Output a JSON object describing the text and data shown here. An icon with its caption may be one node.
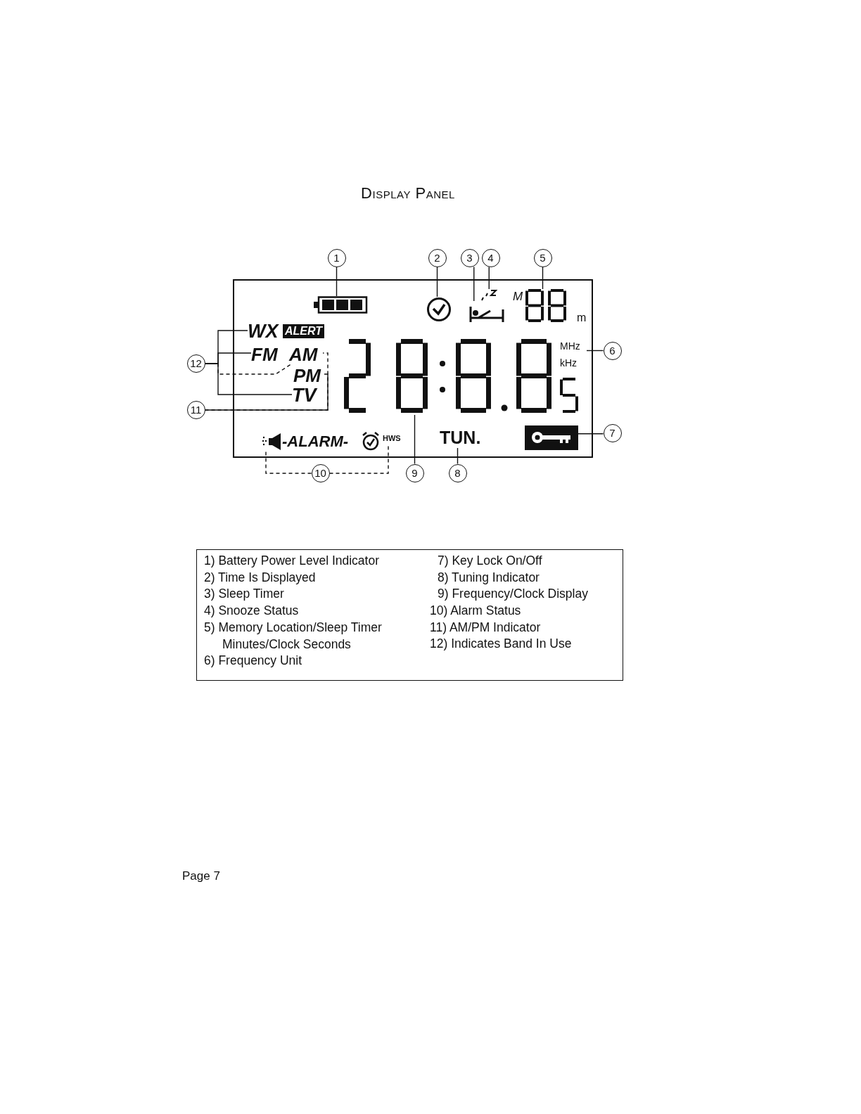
{
  "diagram": {
    "title": "Display Panel",
    "nodes": [
      {
        "text": [],
        "shape": "box"
      },
      {
        "text": [
          "1"
        ]
      },
      {
        "text": [
          "2"
        ]
      },
      {
        "text": [
          "3"
        ]
      },
      {
        "text": [
          "4"
        ]
      },
      {
        "text": [
          "5"
        ]
      },
      {
        "text": [],
        "shape": "battery",
        "in": 0
      },
      {
        "text": [],
        "shape": "clock",
        "in": 0
      },
      {
        "text": [],
        "shape": "bed",
        "in": 0
      },
      {
        "text": [],
        "shape": "snooze",
        "in": 0
      },
      {
        "text": [
          "M",
          "m"
        ],
        "in": 0
      },
      {
        "text": [
          "WX",
          "ALERT"
        ],
        "in": 0
      },
      {
        "text": [
          "FM"
        ],
        "in": 0
      },
      {
        "text": [
          "AM"
        ],
        "in": 0
      },
      {
        "text": [
          "PM"
        ],
        "in": 0
      },
      {
        "text": [
          "TV"
        ],
        "in": 0
      },
      {
        "text": [],
        "shape": "display",
        "in": 0
      },
      {
        "text": [
          "MHz",
          "kHz"
        ],
        "in": 0
      },
      {
        "text": [
          "6"
        ]
      },
      {
        "text": [
          "12"
        ]
      },
      {
        "text": [
          "11"
        ]
      },
      {
        "text": [],
        "shape": "speaker",
        "in": 0
      },
      {
        "text": [
          "HWS"
        ],
        "in": 0
      },
      {
        "text": [
          "TUN."
        ],
        "in": 0
      },
      {
        "text": [],
        "shape": "key",
        "in": 0
      },
      {
        "text": [
          "7"
        ]
      },
      {
        "text": [
          "10"
        ]
      },
      {
        "text": [
          "9"
        ]
      },
      {
        "text": [
          "8"
        ]
      }
    ],
    "edges": [
      {
        "from": 1,
        "to": 6,
        "arrow": "none"
      },
      {
        "from": 2,
        "to": 7,
        "arrow": "none"
      },
      {
        "from": 3,
        "to": 8,
        "arrow": "none"
      },
      {
        "from": 4,
        "to": 9,
        "arrow": "none"
      },
      {
        "from": 5,
        "to": 10,
        "arrow": "none"
      },
      {
        "from": 18,
        "to": 17,
        "arrow": "none"
      },
      {
        "from": 19,
        "to": 11,
        "arrow": "none"
      },
      {
        "from": 19,
        "to": 12,
        "arrow": "none"
      },
      {
        "from": 19,
        "to": 13,
        "arrow": "none",
        "style": "dashed"
      },
      {
        "from": 19,
        "to": 15,
        "arrow": "none"
      },
      {
        "from": 20,
        "to": 13,
        "arrow": "none",
        "style": "dashed"
      },
      {
        "from": 20,
        "to": 14,
        "arrow": "none"
      },
      {
        "from": 26,
        "to": 21,
        "arrow": "none",
        "style": "dashed"
      },
      {
        "from": 26,
        "to": 22,
        "arrow": "none",
        "style": "dashed"
      },
      {
        "from": 27,
        "to": 16,
        "arrow": "none"
      },
      {
        "from": 28,
        "to": 23,
        "arrow": "none"
      },
      {
        "from": 25,
        "to": 24,
        "arrow": "none"
      }
    ],
    "labels": [
      "-ALARM-",
      "1) Battery Power Level Indicator",
      "2) Time Is Displayed",
      "3) Sleep Timer",
      "4) Snooze Status",
      "5) Memory Location/Sleep Timer Minutes/Clock Seconds",
      "6) Frequency Unit",
      "7) Key Lock On/Off",
      "8) Tuning Indicator",
      "9) Frequency/Clock Display",
      "10) Alarm Status",
      "11) AM/PM Indicator",
      "12) Indicates Band In Use",
      "Page 7"
    ]
  }
}
